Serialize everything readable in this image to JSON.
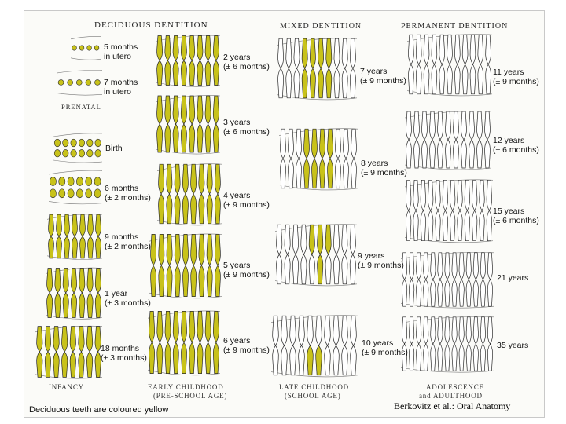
{
  "headings": {
    "deciduous": "DECIDUOUS DENTITION",
    "mixed": "MIXED DENTITION",
    "permanent": "PERMANENT DENTITION",
    "prenatal": "PRENATAL"
  },
  "age_captions": {
    "infancy": "INFANCY",
    "early_childhood": "EARLY CHILDHOOD",
    "early_childhood_sub": "(PRE-SCHOOL AGE)",
    "late_childhood": "LATE CHILDHOOD",
    "late_childhood_sub": "(SCHOOL AGE)",
    "adolescence": "ADOLESCENCE",
    "adolescence_sub": "and ADULTHOOD"
  },
  "stages": {
    "s5mu": [
      "5 months",
      "in utero"
    ],
    "s7mu": [
      "7 months",
      "in utero"
    ],
    "birth": [
      "Birth"
    ],
    "s6m": [
      "6 months",
      "(± 2 months)"
    ],
    "s9m": [
      "9 months",
      "(± 2 months)"
    ],
    "s1y": [
      "1 year",
      "(± 3 months)"
    ],
    "s18m": [
      "18 months",
      "(± 3 months)"
    ],
    "s2y": [
      "2 years",
      "(± 6 months)"
    ],
    "s3y": [
      "3 years",
      "(± 6 months)"
    ],
    "s4y": [
      "4 years",
      "(± 9 months)"
    ],
    "s5y": [
      "5 years",
      "(± 9 months)"
    ],
    "s6y": [
      "6 years",
      "(± 9 months)"
    ],
    "s7y": [
      "7 years",
      "(± 9 months)"
    ],
    "s8y": [
      "8 years",
      "(± 9 months)"
    ],
    "s9y": [
      "9 years",
      "(± 9 months)"
    ],
    "s10y": [
      "10 years",
      "(± 9 months)"
    ],
    "s11y": [
      "11 years",
      "(± 9 months)"
    ],
    "s12y": [
      "12 years",
      "(± 6 months)"
    ],
    "s15y": [
      "15 years",
      "(± 6 months)"
    ],
    "s21y": [
      "21 years"
    ],
    "s35y": [
      "35 years"
    ]
  },
  "legend_note": "Deciduous teeth are coloured yellow",
  "credit": "Berkovitz et al.: Oral Anatomy",
  "colors": {
    "deciduous": "#c8c21a",
    "permanent": "#ffffff",
    "outline": "#2a2a2a",
    "jaw_line": "#777777"
  }
}
